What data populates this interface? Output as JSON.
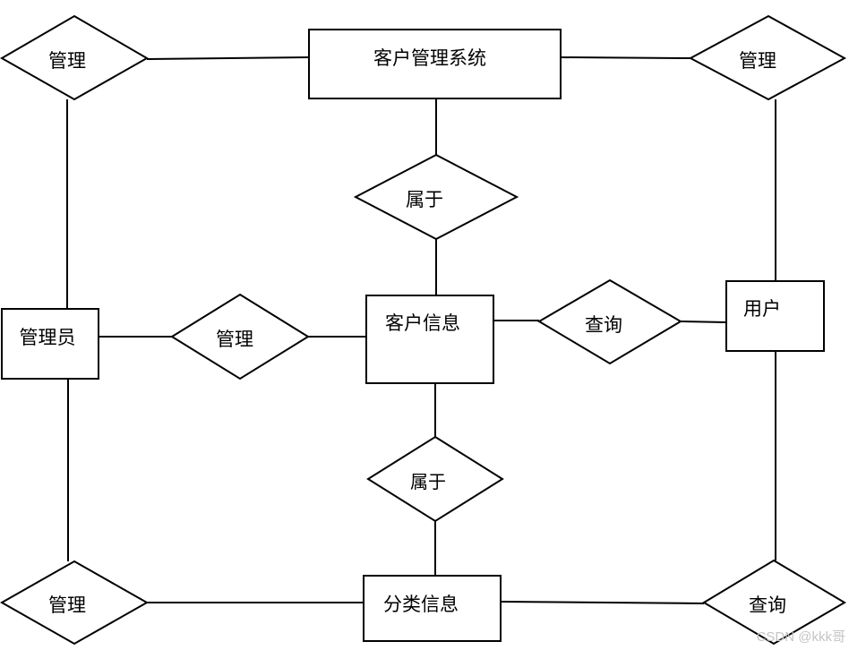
{
  "entities": {
    "system": "客户管理系统",
    "admin": "管理员",
    "customer_info": "客户信息",
    "user": "用户",
    "category_info": "分类信息"
  },
  "relationships": {
    "manage_top_left": "管理",
    "manage_top_right": "管理",
    "belongs_top": "属于",
    "manage_middle": "管理",
    "query_middle": "查询",
    "belongs_bottom": "属于",
    "manage_bottom_left": "管理",
    "query_bottom_right": "查询"
  },
  "watermark": "CSDN @kkk哥"
}
